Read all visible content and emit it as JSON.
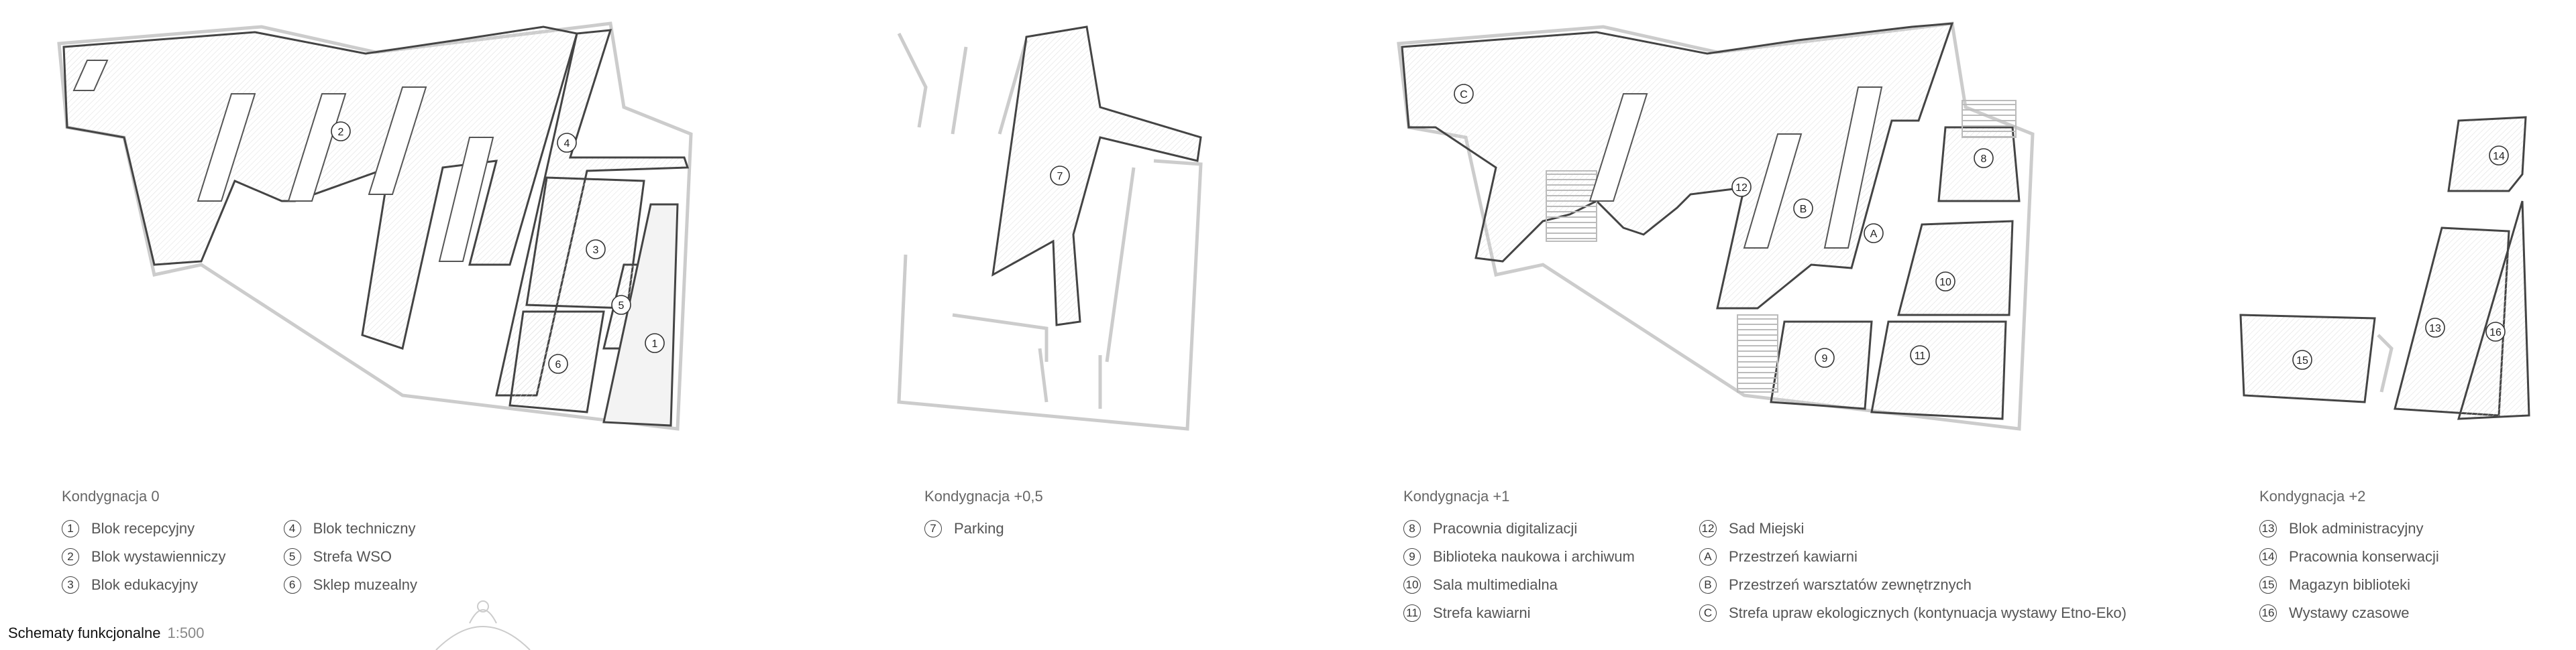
{
  "footer": {
    "title": "Schematy funkcjonalne",
    "scale": "1:500"
  },
  "plans": [
    {
      "title": "Kondygnacja 0",
      "labels": [
        "1",
        "2",
        "3",
        "4",
        "5",
        "6"
      ]
    },
    {
      "title": "Kondygnacja +0,5",
      "labels": [
        "7"
      ]
    },
    {
      "title": "Kondygnacja +1",
      "labels": [
        "8",
        "9",
        "10",
        "11",
        "12",
        "A",
        "B",
        "C"
      ]
    },
    {
      "title": "Kondygnacja +2",
      "labels": [
        "13",
        "14",
        "15",
        "16"
      ]
    }
  ],
  "legends": {
    "k0": {
      "title": "Kondygnacja 0",
      "col1": [
        {
          "n": "1",
          "t": "Blok recepcyjny"
        },
        {
          "n": "2",
          "t": "Blok wystawienniczy"
        },
        {
          "n": "3",
          "t": "Blok edukacyjny"
        }
      ],
      "col2": [
        {
          "n": "4",
          "t": "Blok techniczny"
        },
        {
          "n": "5",
          "t": "Strefa WSO"
        },
        {
          "n": "6",
          "t": "Sklep muzealny"
        }
      ]
    },
    "k05": {
      "title": "Kondygnacja +0,5",
      "col1": [
        {
          "n": "7",
          "t": "Parking"
        }
      ]
    },
    "k1": {
      "title": "Kondygnacja +1",
      "col1": [
        {
          "n": "8",
          "t": "Pracownia digitalizacji"
        },
        {
          "n": "9",
          "t": "Biblioteka naukowa i archiwum"
        },
        {
          "n": "10",
          "t": "Sala multimedialna"
        },
        {
          "n": "11",
          "t": "Strefa kawiarni"
        }
      ],
      "col2": [
        {
          "n": "12",
          "t": "Sad Miejski"
        },
        {
          "n": "A",
          "t": "Przestrzeń kawiarni"
        },
        {
          "n": "B",
          "t": "Przestrzeń warsztatów zewnętrznych"
        },
        {
          "n": "C",
          "t": "Strefa upraw ekologicznych (kontynuacja wystawy Etno-Eko)"
        }
      ]
    },
    "k2": {
      "title": "Kondygnacja +2",
      "col1": [
        {
          "n": "13",
          "t": "Blok administracyjny"
        },
        {
          "n": "14",
          "t": "Pracownia konserwacji"
        },
        {
          "n": "15",
          "t": "Magazyn biblioteki"
        },
        {
          "n": "16",
          "t": "Wystawy czasowe"
        }
      ]
    }
  }
}
